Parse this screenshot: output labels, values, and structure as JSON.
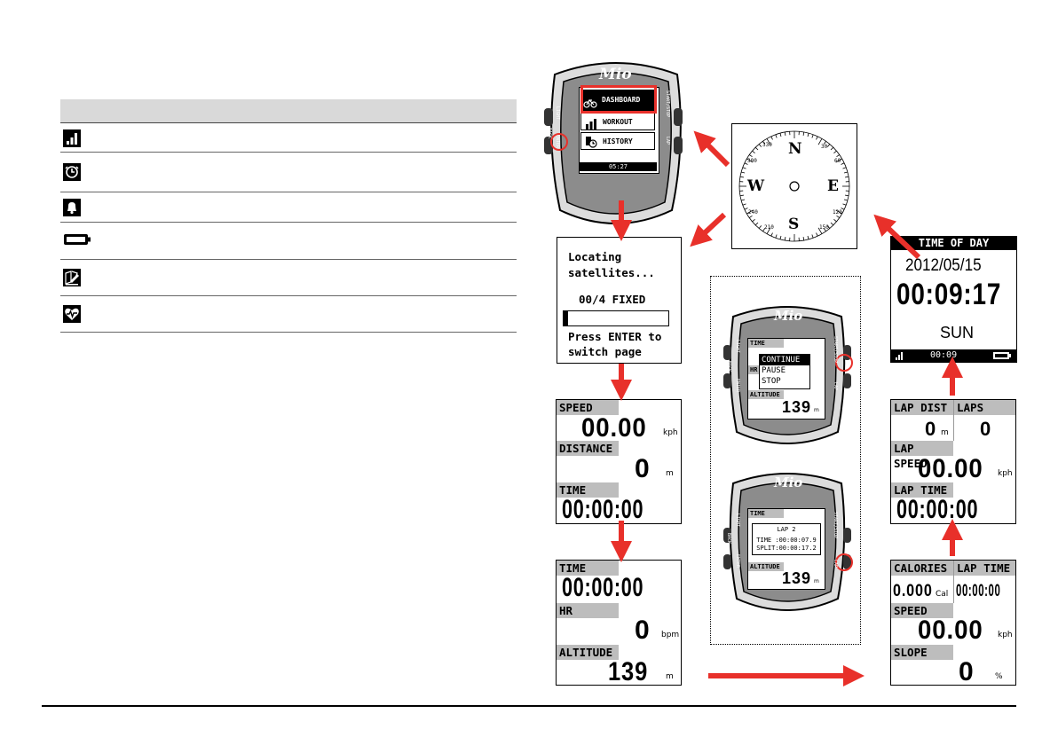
{
  "icon_table": {
    "rows": [
      {
        "icon": "signal-bars-icon"
      },
      {
        "icon": "clock-icon"
      },
      {
        "icon": "bell-icon"
      },
      {
        "icon": "battery-icon"
      },
      {
        "icon": "map-pencil-icon"
      },
      {
        "icon": "heart-rate-icon"
      }
    ]
  },
  "device_main": {
    "brand": "Mio",
    "menu": [
      "DASHBOARD",
      "WORKOUT",
      "HISTORY"
    ],
    "status_time": "05:27",
    "side_left": [
      "LIGHT",
      "BACK",
      "ENTER"
    ],
    "side_right": [
      "START/STOP",
      "LAP"
    ]
  },
  "compass": {
    "N": "N",
    "E": "E",
    "S": "S",
    "W": "W",
    "degrees": [
      "30",
      "60",
      "120",
      "150",
      "210",
      "240",
      "300",
      "330"
    ]
  },
  "locating": {
    "line1": "Locating",
    "line2": "satellites...",
    "fixed": "00/4 FIXED",
    "line3": "Press ENTER to",
    "line4": "switch page"
  },
  "time_of_day": {
    "title": "TIME OF DAY",
    "date": "2012/05/15",
    "time": "00:09:17",
    "day": "SUN",
    "status_time": "00:09"
  },
  "panel_speed": {
    "speed_label": "SPEED",
    "speed_value": "00.00",
    "speed_unit": "kph",
    "distance_label": "DISTANCE",
    "distance_value": "0",
    "distance_unit": "m",
    "time_label": "TIME",
    "time_value": "00:00:00"
  },
  "panel_time": {
    "time_label": "TIME",
    "time_value": "00:00:00",
    "hr_label": "HR",
    "hr_value": "0",
    "hr_unit": "bpm",
    "alt_label": "ALTITUDE",
    "alt_value": "139",
    "alt_unit": "m"
  },
  "panel_lap": {
    "lapdist_label": "LAP DIST",
    "lapdist_value": "0",
    "lapdist_unit": "m",
    "laps_label": "LAPS",
    "laps_value": "0",
    "lapspeed_label": "LAP SPEED",
    "lapspeed_value": "00.00",
    "lapspeed_unit": "kph",
    "laptime_label": "LAP TIME",
    "laptime_value": "00:00:00"
  },
  "panel_cal": {
    "cal_label": "CALORIES",
    "cal_value": "0.000",
    "cal_unit": "Cal",
    "laptime_label": "LAP TIME",
    "laptime_value": "00:00:00",
    "speed_label": "SPEED",
    "speed_value": "00.00",
    "speed_unit": "kph",
    "slope_label": "SLOPE",
    "slope_value": "0",
    "slope_unit": "%"
  },
  "device_pause": {
    "brand": "Mio",
    "time_label": "TIME",
    "hr_label": "HR",
    "alt_label": "ALTITUDE",
    "alt_value": "139",
    "alt_unit": "m",
    "menu": [
      "CONTINUE",
      "PAUSE",
      "STOP"
    ],
    "side_left": [
      "LIGHT",
      "BACK",
      "ENTER"
    ],
    "side_right": [
      "START/STOP",
      "LAP"
    ]
  },
  "device_lap": {
    "brand": "Mio",
    "time_label": "TIME",
    "alt_label": "ALTITUDE",
    "alt_value": "139",
    "alt_unit": "m",
    "popup_title": "LAP 2",
    "popup_time": "TIME :00:00:07.9",
    "popup_split": "SPLIT:00:00:17.2",
    "side_left": [
      "LIGHT",
      "BACK",
      "ENTER"
    ],
    "side_right": [
      "START/STOP",
      "LAP"
    ]
  },
  "colors": {
    "arrow": "#e8302a",
    "panel_label": "#bdbdbd",
    "device_body": "#8c8c8c"
  }
}
